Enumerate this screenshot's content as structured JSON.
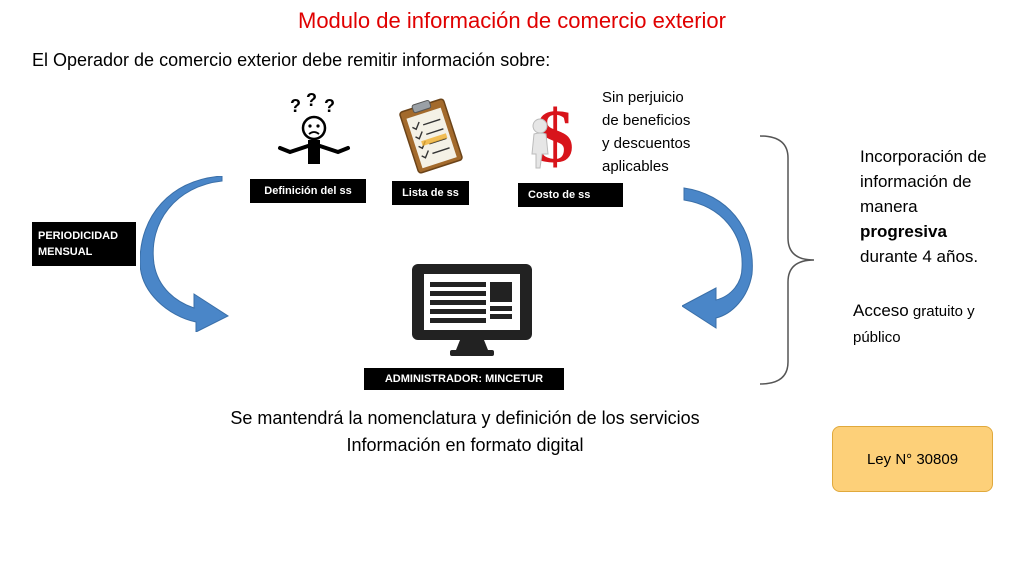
{
  "slide": {
    "title": "Modulo de información de comercio exterior",
    "subtitle": "El Operador de comercio exterior debe remitir información sobre:"
  },
  "items": {
    "definicion": "Definición del ss",
    "lista": "Lista de ss",
    "costo": "Costo de ss"
  },
  "cost_note": {
    "line1": "Sin perjuicio",
    "line2": "de beneficios",
    "line3": "y descuentos",
    "line4": "aplicables"
  },
  "periodicidad": {
    "line1": "PERIODICIDAD",
    "line2": "MENSUAL"
  },
  "administrador": "ADMINISTRADOR: MINCETUR",
  "right_panel": {
    "incorp_line1": "Incorporación de",
    "incorp_line2": "información de",
    "incorp_line3": "manera",
    "incorp_bold": "progresiva",
    "incorp_line5": "durante 4 años.",
    "acceso_big": "Acceso",
    "acceso_rest": " gratuito y",
    "acceso_line2": "público"
  },
  "bottom": {
    "line1": "Se mantendrá la nomenclatura y definición de los servicios",
    "line2": "Información en formato digital"
  },
  "ley": "Ley N° 30809",
  "icons": {
    "person": "confused-person-icon",
    "clipboard": "clipboard-checklist-icon",
    "cost": "dollar-figure-icon",
    "monitor": "computer-monitor-icon"
  },
  "colors": {
    "title": "#e00000",
    "arrow": "#4a86c8",
    "ley_fill": "#fdd079"
  }
}
